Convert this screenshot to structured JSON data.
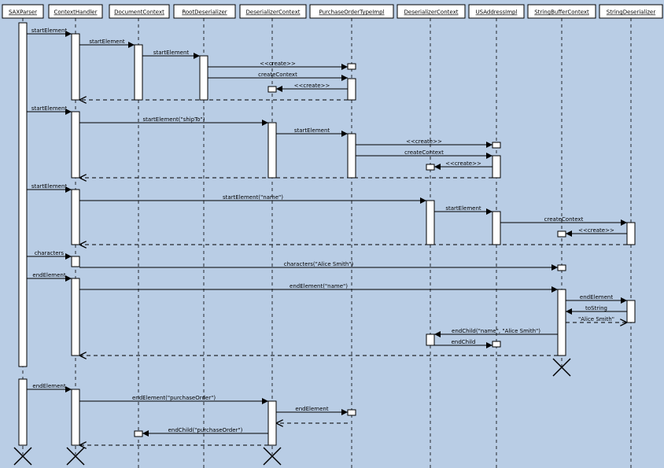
{
  "participants": [
    {
      "id": "sax",
      "name": "SAXParser"
    },
    {
      "id": "ch",
      "name": "ContextHandler"
    },
    {
      "id": "dc",
      "name": "DocumentContext"
    },
    {
      "id": "rd",
      "name": "RootDeserializer"
    },
    {
      "id": "dctx1",
      "name": "DeserializerContext"
    },
    {
      "id": "poti",
      "name": "PurchaseOrderTypeImpl"
    },
    {
      "id": "dctx2",
      "name": "DeserializerContext"
    },
    {
      "id": "usa",
      "name": "USAddressImpl"
    },
    {
      "id": "sbc",
      "name": "StringBufferContext"
    },
    {
      "id": "sd",
      "name": "StringDeserializer"
    }
  ],
  "messages": [
    {
      "text": "startElement",
      "from": "sax",
      "to": "ch",
      "kind": "call"
    },
    {
      "text": "startElement",
      "from": "ch",
      "to": "dc",
      "kind": "call"
    },
    {
      "text": "startElement",
      "from": "dc",
      "to": "rd",
      "kind": "call"
    },
    {
      "text": "<<create>>",
      "from": "rd",
      "to": "poti",
      "kind": "create"
    },
    {
      "text": "createContext",
      "from": "rd",
      "to": "poti",
      "kind": "call"
    },
    {
      "text": "<<create>>",
      "from": "poti",
      "to": "dctx1",
      "kind": "create"
    },
    {
      "text": "",
      "from": "rd",
      "to": "ch",
      "kind": "return"
    },
    {
      "text": "startElement",
      "from": "sax",
      "to": "ch",
      "kind": "call"
    },
    {
      "text": "startElement(\"shipTo\")",
      "from": "ch",
      "to": "dctx1",
      "kind": "call"
    },
    {
      "text": "startElement",
      "from": "dctx1",
      "to": "poti",
      "kind": "call"
    },
    {
      "text": "<<create>>",
      "from": "poti",
      "to": "usa",
      "kind": "create"
    },
    {
      "text": "createContext",
      "from": "poti",
      "to": "usa",
      "kind": "call"
    },
    {
      "text": "<<create>>",
      "from": "usa",
      "to": "dctx2",
      "kind": "create"
    },
    {
      "text": "",
      "from": "usa",
      "to": "ch",
      "kind": "return"
    },
    {
      "text": "startElement",
      "from": "sax",
      "to": "ch",
      "kind": "call"
    },
    {
      "text": "startElement(\"name\")",
      "from": "ch",
      "to": "dctx2",
      "kind": "call"
    },
    {
      "text": "startElement",
      "from": "dctx2",
      "to": "usa",
      "kind": "call"
    },
    {
      "text": "createContext",
      "from": "usa",
      "to": "sd",
      "kind": "call"
    },
    {
      "text": "<<create>>",
      "from": "sd",
      "to": "sbc",
      "kind": "create"
    },
    {
      "text": "",
      "from": "sd",
      "to": "ch",
      "kind": "return"
    },
    {
      "text": "characters",
      "from": "sax",
      "to": "ch",
      "kind": "call"
    },
    {
      "text": "characters(\"Alice Smith\")",
      "from": "ch",
      "to": "sbc",
      "kind": "call"
    },
    {
      "text": "endElement",
      "from": "sax",
      "to": "ch",
      "kind": "call"
    },
    {
      "text": "endElement(\"name\")",
      "from": "ch",
      "to": "sbc",
      "kind": "call"
    },
    {
      "text": "endElement",
      "from": "sbc",
      "to": "sd",
      "kind": "call"
    },
    {
      "text": "toString",
      "from": "sd",
      "to": "sbc",
      "kind": "call"
    },
    {
      "text": "\"Alice Smith\"",
      "from": "sbc",
      "to": "sd",
      "kind": "return"
    },
    {
      "text": "endChild(\"name\", \"Alice Smith\")",
      "from": "sbc",
      "to": "dctx2",
      "kind": "call"
    },
    {
      "text": "endChild",
      "from": "dctx2",
      "to": "usa",
      "kind": "call"
    },
    {
      "text": "",
      "from": "sbc",
      "to": "ch",
      "kind": "return"
    },
    {
      "text": "endElement",
      "from": "sax",
      "to": "ch",
      "kind": "call"
    },
    {
      "text": "endElement(\"purchaseOrder\")",
      "from": "ch",
      "to": "dctx1",
      "kind": "call"
    },
    {
      "text": "endElement",
      "from": "dctx1",
      "to": "poti",
      "kind": "call"
    },
    {
      "text": "",
      "from": "poti",
      "to": "dctx1",
      "kind": "return"
    },
    {
      "text": "endChild(\"purchaseOrder\")",
      "from": "dctx1",
      "to": "dc",
      "kind": "call"
    },
    {
      "text": "",
      "from": "dctx1",
      "to": "ch",
      "kind": "return"
    }
  ],
  "colors": {
    "background": "#b9cde5",
    "box": "#ffffff",
    "line": "#000000"
  }
}
